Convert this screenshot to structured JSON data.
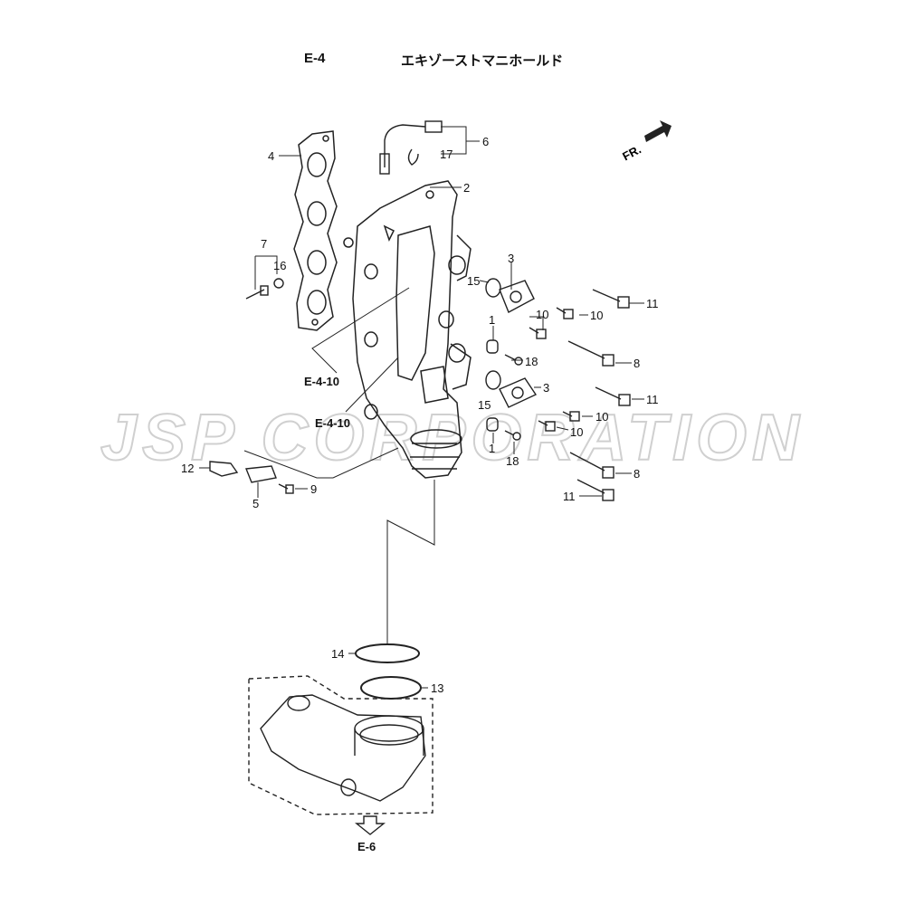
{
  "header": {
    "section_code": "E-4",
    "section_title": "エキゾーストマニホールド"
  },
  "watermark": {
    "text": "JSP CORPORATION"
  },
  "direction": {
    "label": "FR."
  },
  "refs": {
    "upper_a": "E-4-10",
    "upper_b": "E-4-10",
    "bottom": "E-6"
  },
  "callouts": {
    "c1a": "1",
    "c1b": "1",
    "c2": "2",
    "c3a": "3",
    "c3b": "3",
    "c4": "4",
    "c5": "5",
    "c6": "6",
    "c7": "7",
    "c8a": "8",
    "c8b": "8",
    "c9": "9",
    "c10a": "10",
    "c10b": "10",
    "c10c": "10",
    "c10d": "10",
    "c11a": "11",
    "c11b": "11",
    "c11c": "11",
    "c12": "12",
    "c13": "13",
    "c14": "14",
    "c15a": "15",
    "c15b": "15",
    "c16": "16",
    "c17": "17",
    "c18a": "18",
    "c18b": "18"
  }
}
